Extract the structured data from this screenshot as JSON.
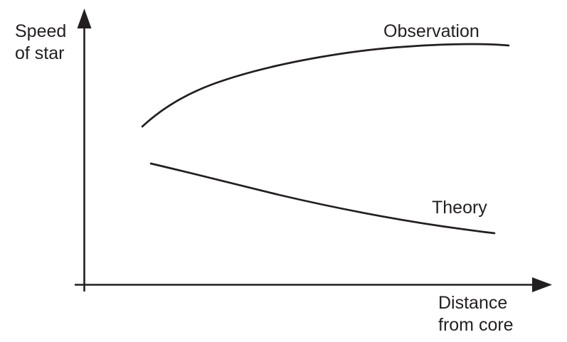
{
  "figure": {
    "background_color": "#ffffff",
    "ink_color": "#231f20"
  },
  "axes": {
    "y_label_line1": "Speed",
    "y_label_line2": "of star",
    "x_label_line1": "Distance",
    "x_label_line2": "from core"
  },
  "labels": {
    "observation": "Observation",
    "theory": "Theory"
  },
  "chart_data": {
    "type": "line",
    "title": "",
    "xlabel": "Distance from core",
    "ylabel": "Speed of star",
    "xlim": [
      0,
      100
    ],
    "ylim": [
      0,
      100
    ],
    "grid": false,
    "axis_ticks": false,
    "legend": "inline-labels",
    "annotations": [
      {
        "text": "Observation",
        "x": 74,
        "y": 88
      },
      {
        "text": "Theory",
        "x": 84,
        "y": 32
      }
    ],
    "series": [
      {
        "name": "Observation",
        "description": "Flat rotation curve: speed rises from the core then stays high",
        "x": [
          13,
          18,
          25,
          34,
          43,
          52,
          61,
          70,
          79,
          88,
          91
        ],
        "y": [
          59,
          68,
          76,
          81,
          84,
          86,
          88,
          89.5,
          91,
          92,
          92.5
        ]
      },
      {
        "name": "Theory",
        "description": "Keplerian prediction: speed falls off with distance from core",
        "x": [
          15,
          22,
          31,
          40,
          49,
          58,
          67,
          76,
          85,
          88
        ],
        "y": [
          46.5,
          43,
          39.5,
          36.5,
          33.5,
          31,
          28.5,
          26.5,
          25,
          24.5
        ]
      }
    ]
  }
}
